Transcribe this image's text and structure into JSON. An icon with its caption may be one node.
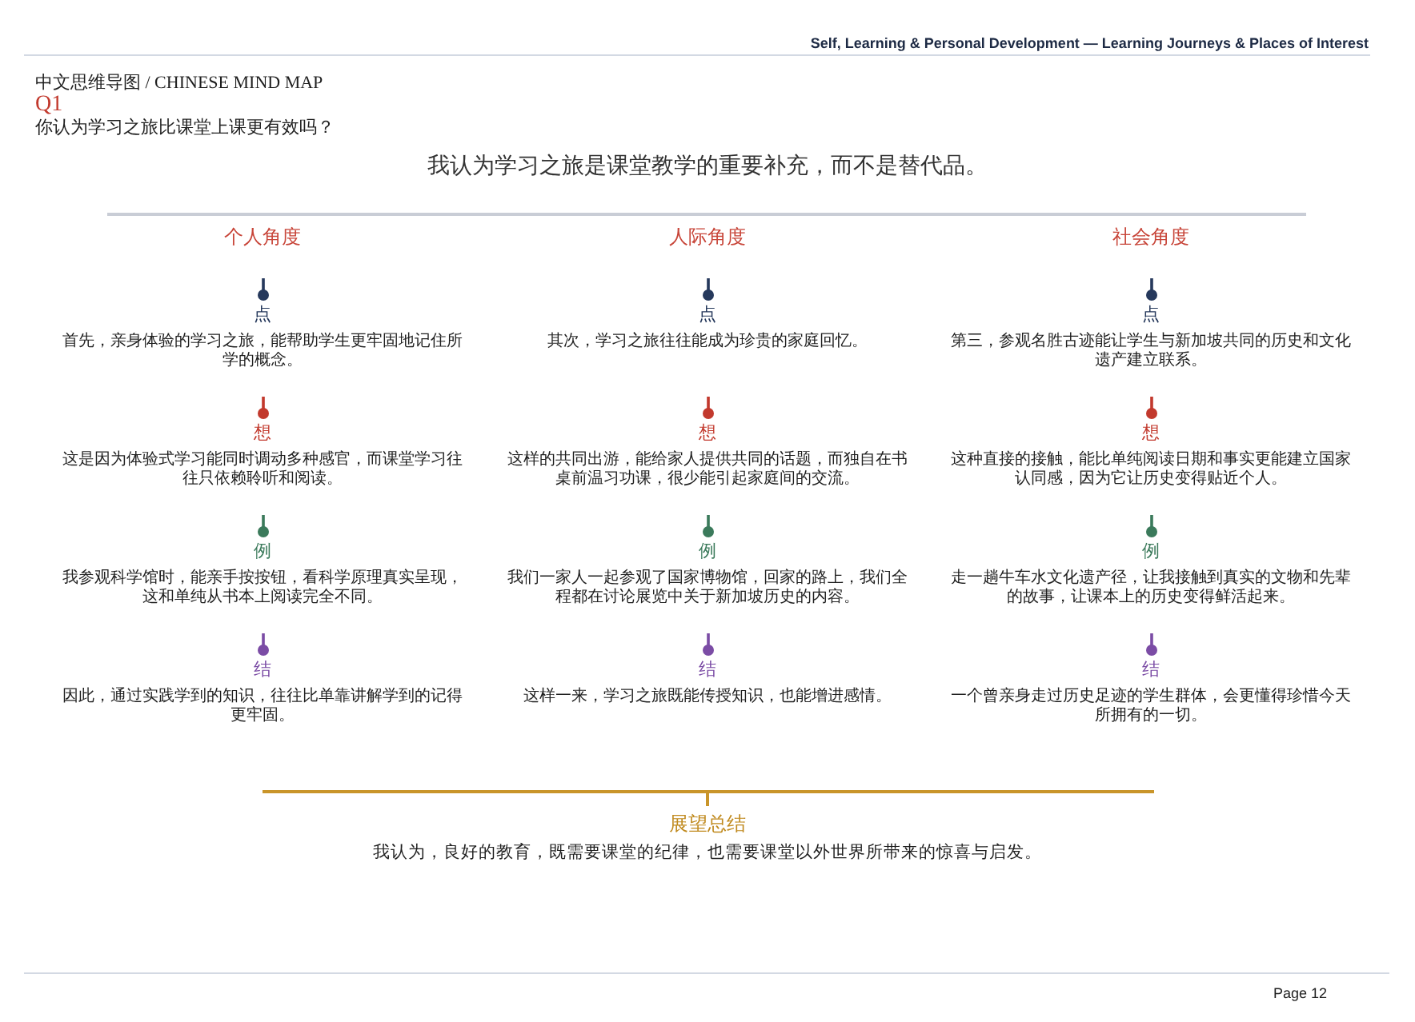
{
  "diagram": {
    "labels": [
      "Self, Learning & Personal Development — Learning Journeys & Places of Interest",
      "中文思维导图 / CHINESE MIND MAP",
      "Q1",
      "你认为学习之旅比课堂上课更有效吗？",
      "我认为学习之旅是课堂教学的重要补充，而不是替代品。",
      "个人角度",
      "点",
      "首先，亲身体验的学习之旅，能帮助学生更牢固地记住所学的概念。",
      "想",
      "这是因为体验式学习能同时调动多种感官，而课堂学习往往只依赖聆听和阅读。",
      "例",
      "我参观科学馆时，能亲手按按钮，看科学原理真实呈现，这和单纯从书本上阅读完全不同。",
      "结",
      "因此，通过实践学到的知识，往往比单靠讲解学到的记得更牢固。",
      "人际角度",
      "点",
      "其次，学习之旅往往能成为珍贵的家庭回忆。",
      "想",
      "这样的共同出游，能给家人提供共同的话题，而独自在书桌前温习功课，很少能引起家庭间的交流。",
      "例",
      "我们一家人一起参观了国家博物馆，回家的路上，我们全程都在讨论展览中关于新加坡历史的内容。",
      "结",
      "这样一来，学习之旅既能传授知识，也能增进感情。",
      "社会角度",
      "点",
      "第三，参观名胜古迹能让学生与新加坡共同的历史和文化遗产建立联系。",
      "想",
      "这种直接的接触，能比单纯阅读日期和事实更能建立国家认同感，因为它让历史变得贴近个人。",
      "例",
      "走一趟牛车水文化遗产径，让我接触到真实的文物和先辈的故事，让课本上的历史变得鲜活起来。",
      "结",
      "一个曾亲身走过历史足迹的学生群体，会更懂得珍惜今天所拥有的一切。",
      "展望总结",
      "我认为，良好的教育，既需要课堂的纪律，也需要课堂以外世界所带来的惊喜与启发。",
      "Page 12"
    ]
  }
}
